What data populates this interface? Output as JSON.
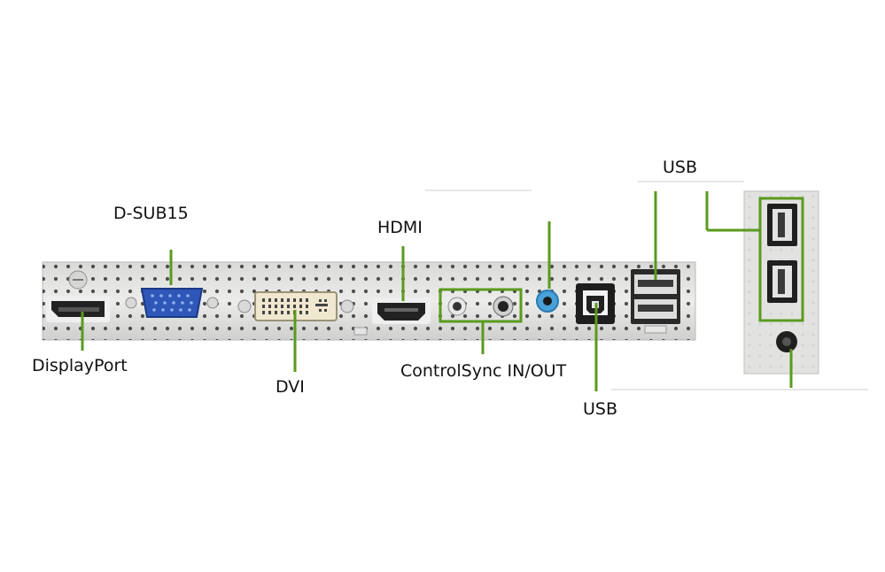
{
  "labels": {
    "d_sub15": "D-SUB15",
    "hdmi": "HDMI",
    "usb_side": "USB",
    "displayport": "DisplayPort",
    "dvi": "DVI",
    "controlsync": "ControlSync IN/OUT",
    "usb_back": "USB"
  },
  "colors": {
    "callout": "#5a9a1e",
    "panel": "#e4e5e3",
    "port_dark": "#222222",
    "vga_blue": "#2f57b8",
    "audio_blue": "#4aa0d8",
    "dvi_cream": "#efe7cf"
  }
}
